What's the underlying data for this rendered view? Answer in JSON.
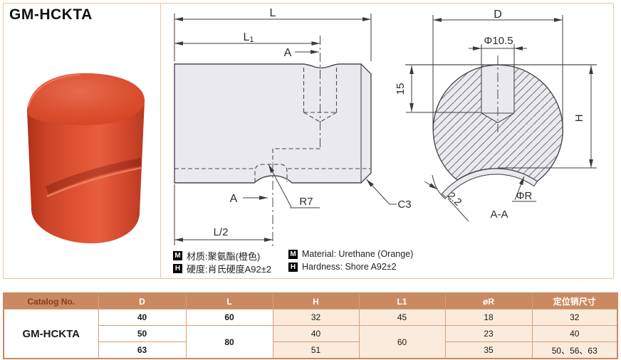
{
  "title": "GM-HCKTA",
  "side_view": {
    "dim_L": "L",
    "dim_L1_main": "L",
    "dim_L1_sub": "1",
    "label_A_top": "A",
    "label_A_bottom": "A",
    "radius_label": "R7",
    "dim_half_length": "L/2",
    "chamfer_label": "C3"
  },
  "section_view": {
    "dim_D": "D",
    "dim_hole": "Φ10.5",
    "dim_depth": "15",
    "dim_H": "H",
    "dim_wall": "2.2",
    "radius_label": "ΦR",
    "section_name": "A-A"
  },
  "notes": {
    "material": {
      "icon": "M",
      "cn": "材质:聚氨酯(橙色)",
      "en": "Material: Urethane (Orange)"
    },
    "hardness": {
      "icon": "H",
      "cn": "硬度:肖氏硬度A92±2",
      "en": "Hardness: Shore A92±2"
    }
  },
  "table": {
    "headers": [
      "Catalog No.",
      "D",
      "L",
      "H",
      "L1",
      "øR",
      "定位销尺寸"
    ],
    "catalog_no": "GM-HCKTA",
    "rows": [
      {
        "D": "40",
        "L": "60",
        "H": "32",
        "L1": "45",
        "oR": "18",
        "pin": "32"
      },
      {
        "D": "50",
        "L": "80",
        "H": "40",
        "L1": "60",
        "oR": "23",
        "pin": "40"
      },
      {
        "D": "63",
        "H": "51",
        "oR": "35",
        "pin": "50、56、63"
      }
    ]
  }
}
